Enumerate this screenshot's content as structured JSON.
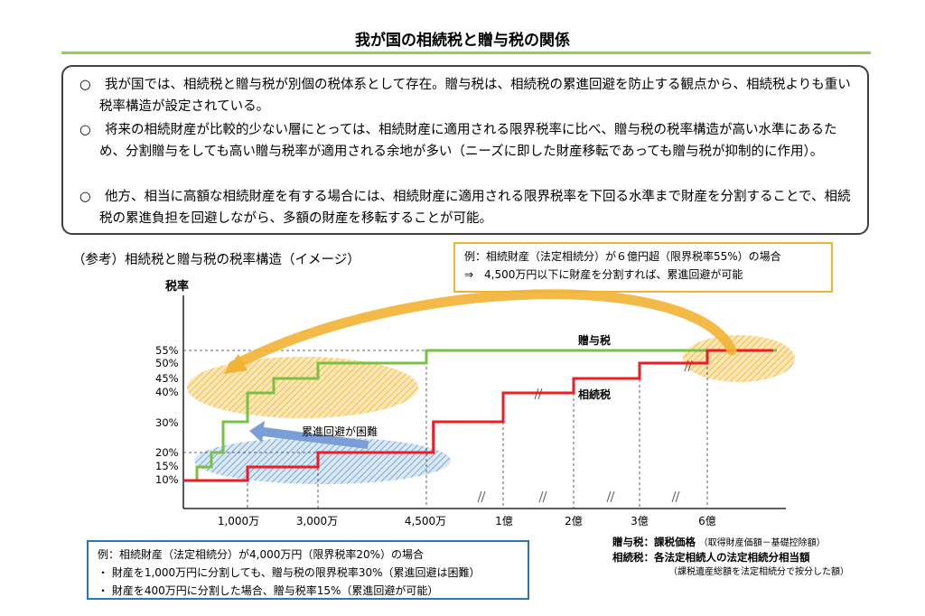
{
  "title": "我が国の相続税と贈与税の関係",
  "bullets": [
    {
      "mark": "○",
      "text": "我が国では、相続税と贈与税が別個の税体系として存在。贈与税は、相続税の累進回避を防止する観点から、相続税よりも重い税率構造が設定されている。"
    },
    {
      "mark": "○",
      "text": "将来の相続財産が比較的少ない層にとっては、相続財産に適用される限界税率に比べ、贈与税の税率構造が高い水準にあるため、分割贈与をしても高い贈与税率が適用される余地が多い（ニーズに即した財産移転であっても贈与税が抑制的に作用）。"
    },
    {
      "mark": "○",
      "text": "他方、相当に高額な相続財産を有する場合には、相続財産に適用される限界税率を下回る水準まで財産を分割することで、相続税の累進負担を回避しながら、多額の財産を移転することが可能。"
    }
  ],
  "section_title": "（参考）相続税と贈与税の税率構造（イメージ）",
  "callout_top": {
    "line1": "例：相続財産（法定相続分）が６億円超（限界税率55%）の場合",
    "line2": "⇒　4,500万円以下に財産を分割すれば、累進回避が可能"
  },
  "callout_bottom": {
    "line1": "例：相続財産（法定相続分）が4,000万円（限界税率20%）の場合",
    "line2": "・ 財産を1,000万円に分割しても、贈与税の限界税率30%（累進回避は困難）",
    "line3": "・ 財産を400万円に分割した場合、贈与税率15%（累進回避が可能）"
  },
  "arrow_label": "累進回避が困難",
  "notes": {
    "gift_name": "贈与税：",
    "gift_text": "課税価格",
    "gift_sub": "（取得財産価額－基礎控除額）",
    "inh_name": "相続税：",
    "inh_text": "各法定相続人の法定相続分相当額",
    "inh_sub": "（課税遺産総額を法定相続分で按分した額）"
  },
  "colors": {
    "gift": "#7ac143",
    "inheritance": "#ee1c25",
    "accent": "#92d050",
    "orange": "#f2b233",
    "blue": "#2e75b6"
  },
  "chart_data": {
    "type": "line",
    "ylabel": "税率",
    "yticks": [
      "10%",
      "15%",
      "20%",
      "30%",
      "40%",
      "45%",
      "50%",
      "55%"
    ],
    "xticks": [
      "1,000万",
      "3,000万",
      "4,500万",
      "1億",
      "2億",
      "3億",
      "6億"
    ],
    "series": [
      {
        "name": "贈与税",
        "color": "#7ac143",
        "steps": [
          [
            0,
            10
          ],
          [
            200,
            15
          ],
          [
            400,
            20
          ],
          [
            600,
            30
          ],
          [
            1000,
            40
          ],
          [
            1500,
            45
          ],
          [
            3000,
            50
          ],
          [
            4500,
            55
          ]
        ]
      },
      {
        "name": "相続税",
        "color": "#ee1c25",
        "steps": [
          [
            0,
            10
          ],
          [
            1000,
            15
          ],
          [
            3000,
            20
          ],
          [
            5000,
            30
          ],
          [
            10000,
            40
          ],
          [
            20000,
            45
          ],
          [
            30000,
            50
          ],
          [
            60000,
            55
          ]
        ]
      }
    ]
  }
}
